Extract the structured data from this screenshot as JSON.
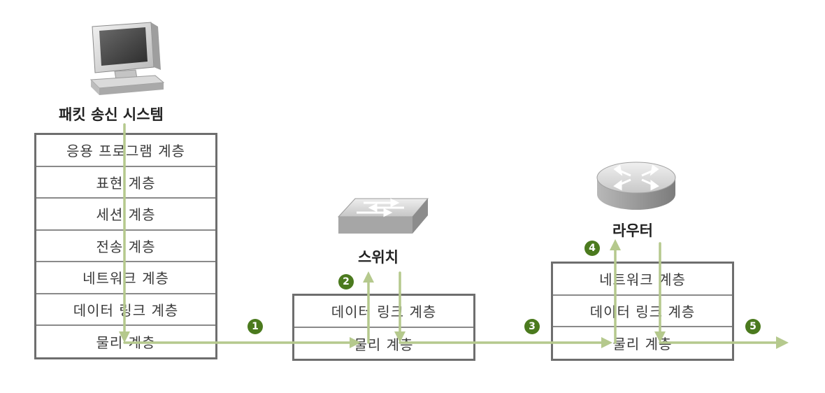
{
  "sender": {
    "label": "패킷 송신 시스템",
    "layers": [
      "응용 프로그램 계층",
      "표현 계층",
      "세션 계층",
      "전송 계층",
      "네트워크 계층",
      "데이터 링크 계층",
      "물리 계층"
    ]
  },
  "switch": {
    "label": "스위치",
    "layers": [
      "데이터 링크 계층",
      "물리 계층"
    ]
  },
  "router": {
    "label": "라우터",
    "layers": [
      "네트워크 계층",
      "데이터 링크 계층",
      "물리 계층"
    ]
  },
  "steps": [
    "1",
    "2",
    "3",
    "4",
    "5"
  ],
  "colors": {
    "arrow": "#b5c98d",
    "badge": "#4b7a1e",
    "border": "#6e6e6e"
  },
  "icons": {
    "sender": "computer-icon",
    "switch": "switch-icon",
    "router": "router-icon"
  }
}
